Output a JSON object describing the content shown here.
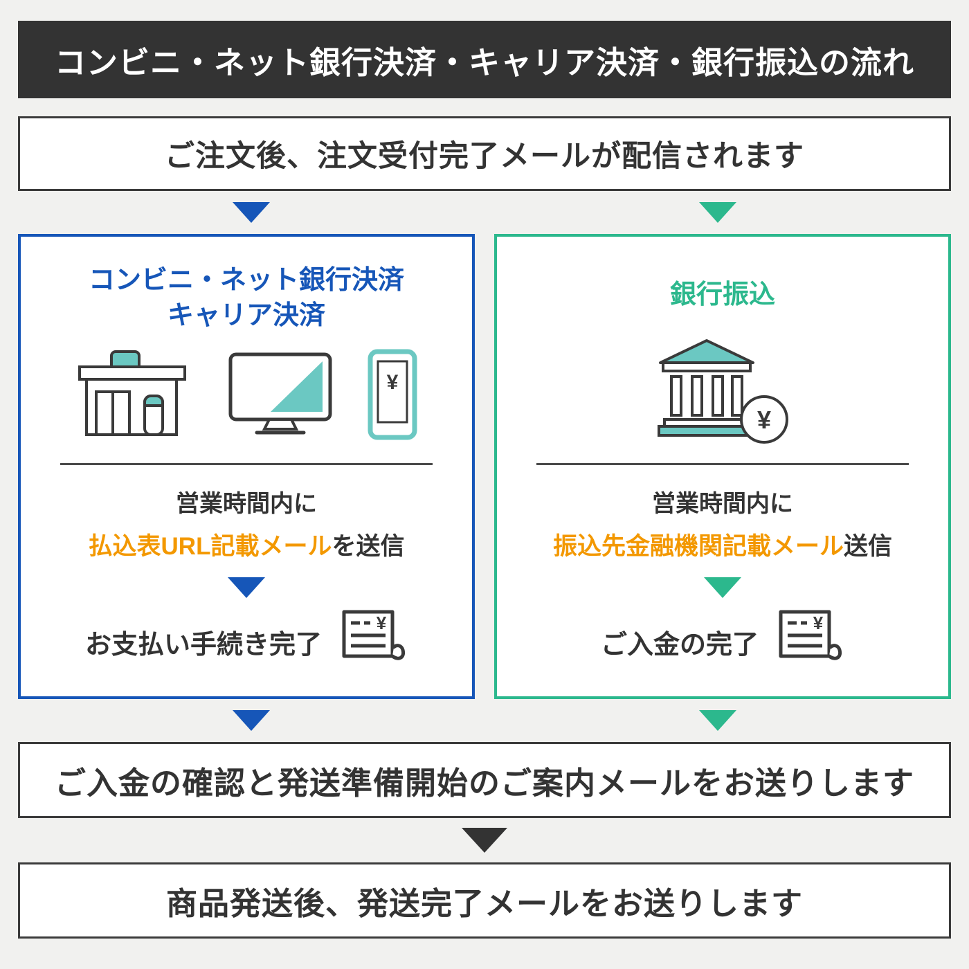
{
  "colors": {
    "dark": "#333333",
    "blue": "#1656b8",
    "green": "#2cb88d",
    "orange": "#f39800",
    "teal": "#6bc8c2",
    "background": "#f1f1ef"
  },
  "header": {
    "title": "コンビニ・ネット銀行決済・キャリア決済・銀行振込の流れ"
  },
  "flow": {
    "order_box": "ご注文後、注文受付完了メールが配信されます",
    "confirm_box": "ご入金の確認と発送準備開始のご案内メールをお送りします",
    "ship_box": "商品発送後、発送完了メールをお送りします"
  },
  "left": {
    "title_line1": "コンビニ・ネット銀行決済",
    "title_line2": "キャリア決済",
    "hours": "営業時間内に",
    "mail_highlight": "払込表URL記載メール",
    "mail_suffix": "を送信",
    "done": "お支払い手続き完了"
  },
  "right": {
    "title": "銀行振込",
    "hours": "営業時間内に",
    "mail_highlight": "振込先金融機関記載メール",
    "mail_suffix": "送信",
    "done": "ご入金の完了"
  },
  "icons": {
    "yen": "¥"
  }
}
